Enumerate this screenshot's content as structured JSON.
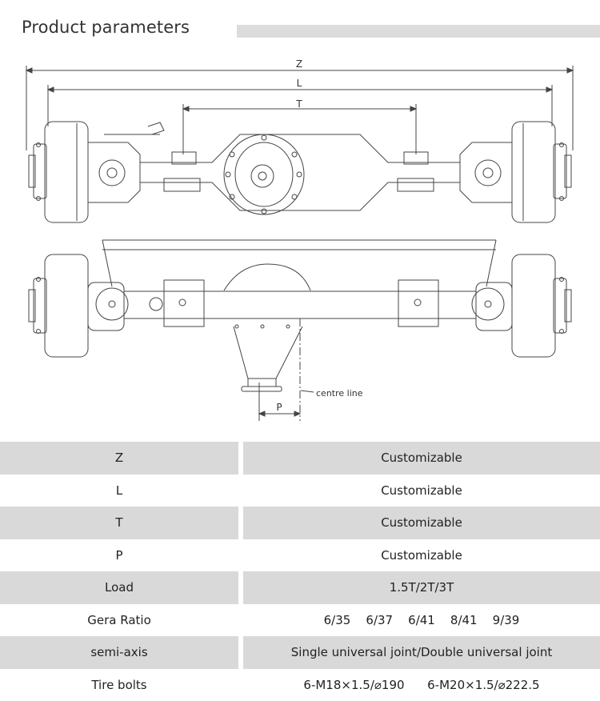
{
  "header": {
    "title": "Product parameters"
  },
  "drawing": {
    "dim_labels": {
      "z": "Z",
      "l": "L",
      "t": "T",
      "p": "P"
    },
    "centre_line_label": "centre line"
  },
  "table": {
    "rows": [
      {
        "param": "Z",
        "value": "Customizable"
      },
      {
        "param": "L",
        "value": "Customizable"
      },
      {
        "param": "T",
        "value": "Customizable"
      },
      {
        "param": "P",
        "value": "Customizable"
      },
      {
        "param": "Load",
        "value": "1.5T/2T/3T"
      },
      {
        "param": "Gera Ratio",
        "value": "6/35    6/37    6/41    8/41    9/39"
      },
      {
        "param": "semi-axis",
        "value": "Single universal joint/Double universal joint"
      },
      {
        "param": "Tire bolts",
        "value": "6-M18×1.5/⌀190      6-M20×1.5/⌀222.5"
      }
    ]
  }
}
